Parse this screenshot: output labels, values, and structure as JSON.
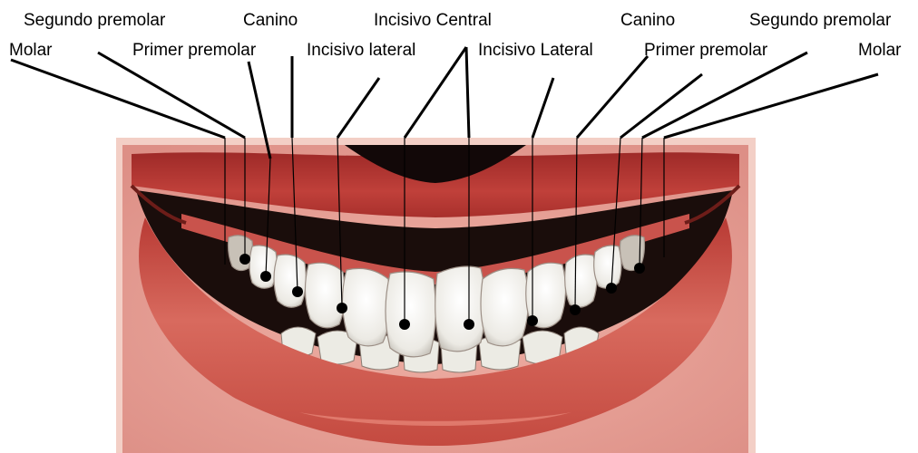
{
  "labels": {
    "left_molar": "Molar",
    "left_second_premolar": "Segundo premolar",
    "left_first_premolar": "Primer premolar",
    "left_canine": "Canino",
    "left_lateral": "Incisivo lateral",
    "central": "Incisivo Central",
    "right_lateral": "Incisivo Lateral",
    "right_canine": "Canino",
    "right_first_premolar": "Primer premolar",
    "right_second_premolar": "Segundo premolar",
    "right_molar": "Molar"
  },
  "colors": {
    "lip_upper": "#b8322e",
    "lip_lower": "#d0564a",
    "skin": "#e9a79c",
    "photo_bg": "#f6d4cc",
    "gum": "#d4655c",
    "tooth": "#f7f7f3",
    "mouth_dark": "#1a0d0b",
    "ink": "#000000"
  }
}
